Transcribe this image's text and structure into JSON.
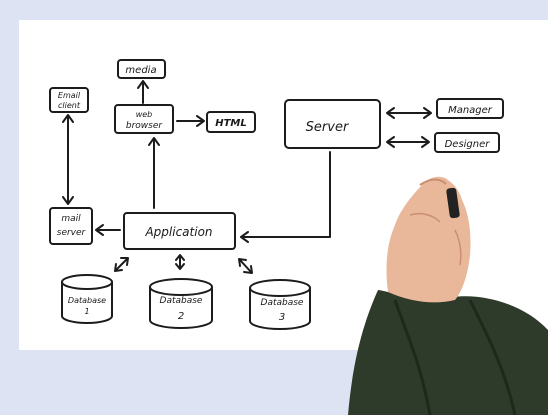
{
  "diagram": {
    "nodes": {
      "media": "media",
      "email_client_1": "Email",
      "email_client_2": "client",
      "web_browser_1": "web",
      "web_browser_2": "browser",
      "html": "HTML",
      "server": "Server",
      "manager": "Manager",
      "designer": "Designer",
      "mail_server_1": "mail",
      "mail_server_2": "server",
      "application": "Application",
      "db1_label": "Database",
      "db1_num": "1",
      "db2_label": "Database",
      "db2_num": "2",
      "db3_label": "Database",
      "db3_num": "3"
    }
  },
  "colors": {
    "background": "#dde3f2",
    "board": "#ffffff",
    "ink": "#1c1c1c",
    "sleeve": "#2e3a2a",
    "skin": "#e9b89a"
  }
}
